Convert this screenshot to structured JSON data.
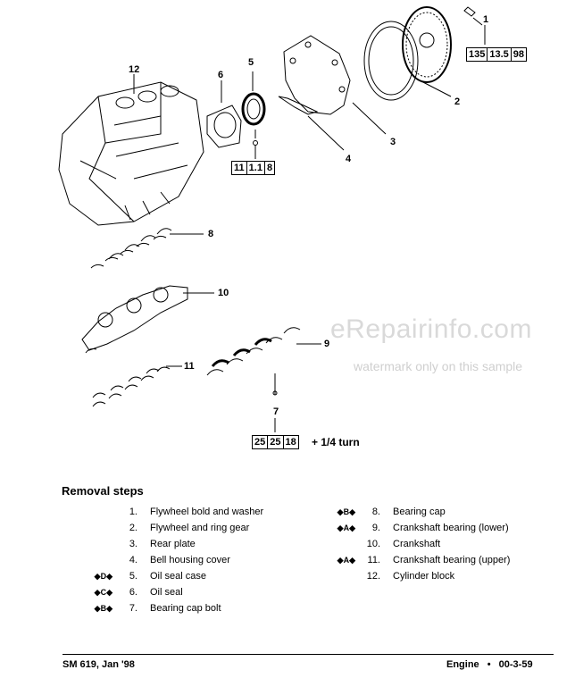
{
  "callouts": {
    "c1": "1",
    "c2": "2",
    "c3": "3",
    "c4": "4",
    "c5": "5",
    "c6": "6",
    "c7": "7",
    "c8": "8",
    "c9": "9",
    "c10": "10",
    "c11": "11",
    "c12": "12"
  },
  "torque_specs": {
    "flywheel": [
      "135",
      "13.5",
      "98"
    ],
    "oil_seal_case": [
      "11",
      "1.1",
      "8"
    ],
    "bearing_cap_bolt": [
      "25",
      "25",
      "18"
    ],
    "bearing_cap_bolt_suffix": "+ 1/4 turn"
  },
  "watermark": {
    "brand": "eRepairinfo.com",
    "note": "watermark only on this sample"
  },
  "removal": {
    "heading": "Removal steps",
    "left": [
      {
        "mark": "",
        "num": "1.",
        "text": "Flywheel bold and washer"
      },
      {
        "mark": "",
        "num": "2.",
        "text": "Flywheel and ring gear"
      },
      {
        "mark": "",
        "num": "3.",
        "text": "Rear plate"
      },
      {
        "mark": "",
        "num": "4.",
        "text": "Bell housing cover"
      },
      {
        "mark": "◆D◆",
        "num": "5.",
        "text": "Oil seal case"
      },
      {
        "mark": "◆C◆",
        "num": "6.",
        "text": "Oil seal"
      },
      {
        "mark": "◆B◆",
        "num": "7.",
        "text": "Bearing cap bolt"
      }
    ],
    "right": [
      {
        "mark": "◆B◆",
        "num": "8.",
        "text": "Bearing cap"
      },
      {
        "mark": "◆A◆",
        "num": "9.",
        "text": "Crankshaft bearing (lower)"
      },
      {
        "mark": "",
        "num": "10.",
        "text": "Crankshaft"
      },
      {
        "mark": "◆A◆",
        "num": "11.",
        "text": "Crankshaft bearing (upper)"
      },
      {
        "mark": "",
        "num": "12.",
        "text": "Cylinder block"
      }
    ]
  },
  "footer": {
    "left": "SM 619, Jan '98",
    "section": "Engine",
    "bullet": "•",
    "page": "00-3-59"
  }
}
